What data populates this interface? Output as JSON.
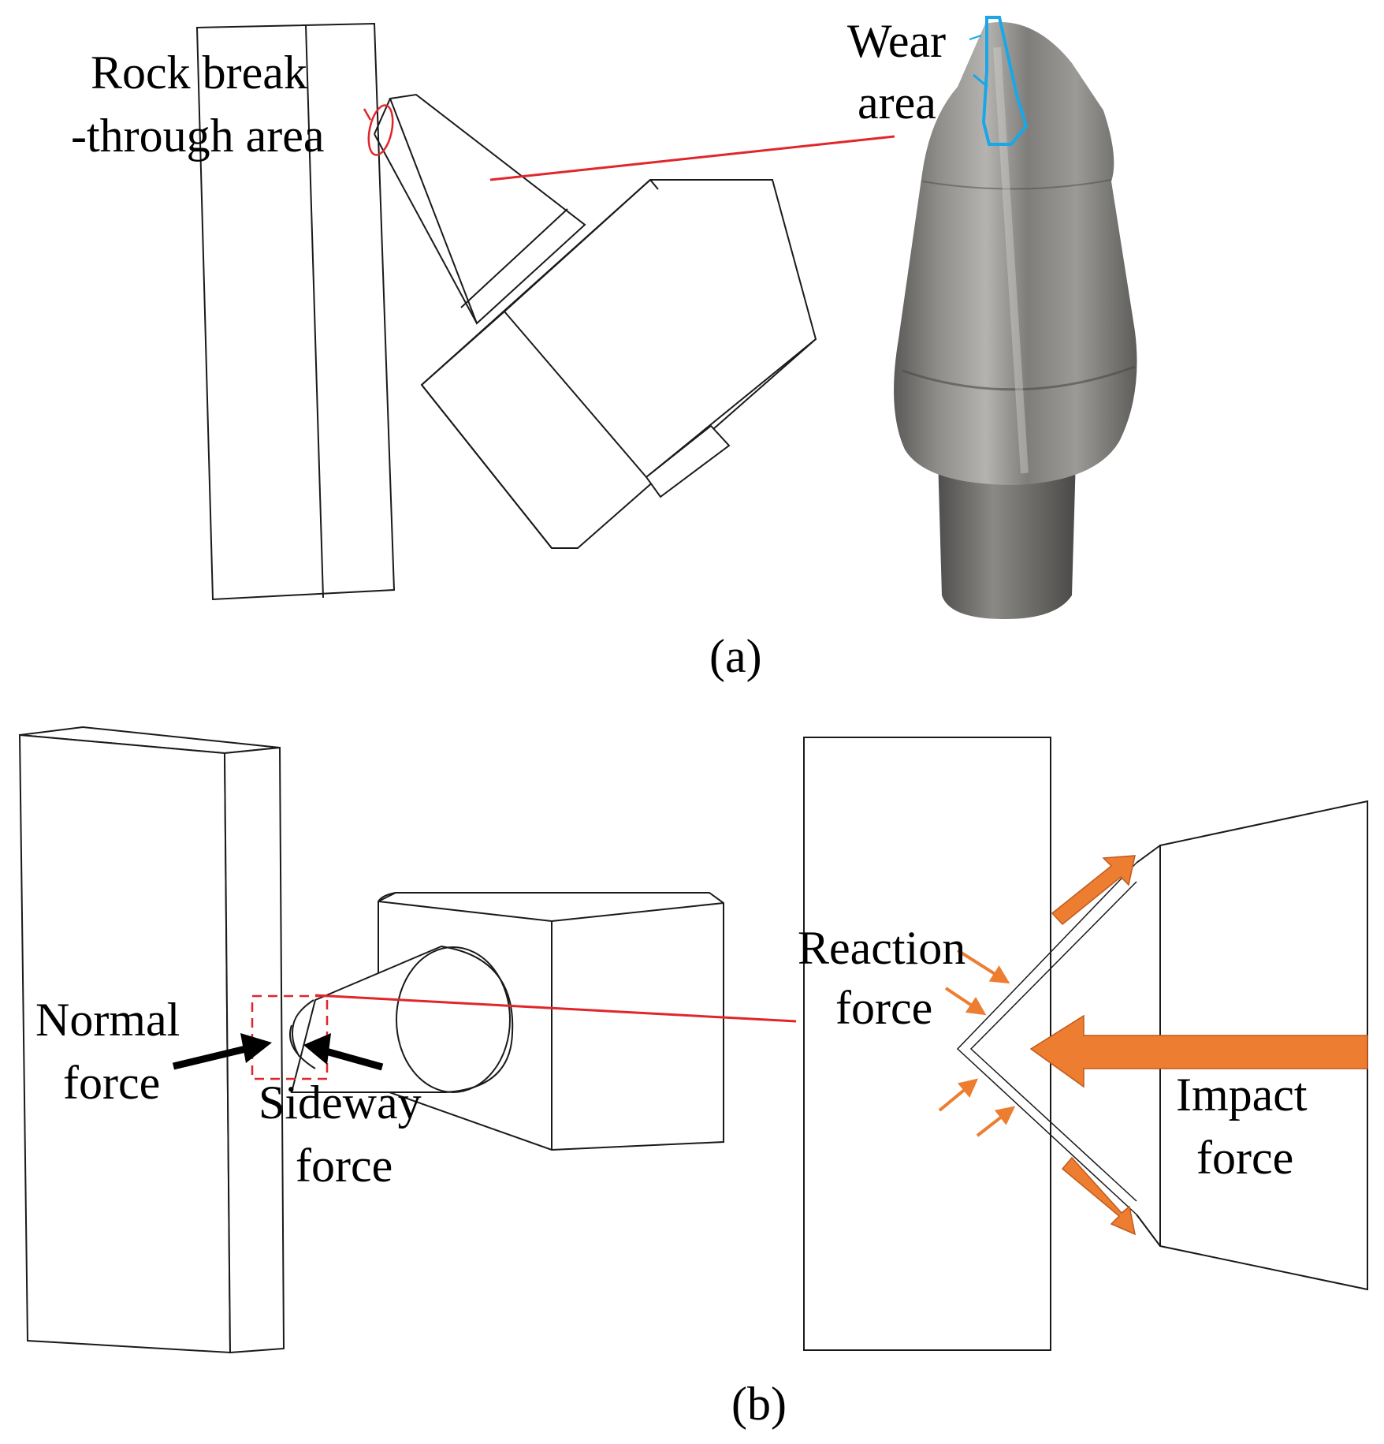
{
  "panel_a": {
    "caption": "(a)",
    "rock_label_line1": "Rock break",
    "rock_label_line2": "-through area",
    "wear_label_line1": "Wear",
    "wear_label_line2": "area"
  },
  "panel_b": {
    "caption": "(b)",
    "normal_line1": "Normal",
    "normal_line2": "force",
    "sideway_line1": "Sideway",
    "sideway_line2": "force",
    "reaction_line1": "Reaction",
    "reaction_line2": "force",
    "impact_line1": "Impact",
    "impact_line2": "force"
  },
  "colors": {
    "callout_red": "#e0262b",
    "wear_outline": "#1aa7e8",
    "force_orange": "#ed7d31",
    "line_black": "#1a1a1a"
  }
}
